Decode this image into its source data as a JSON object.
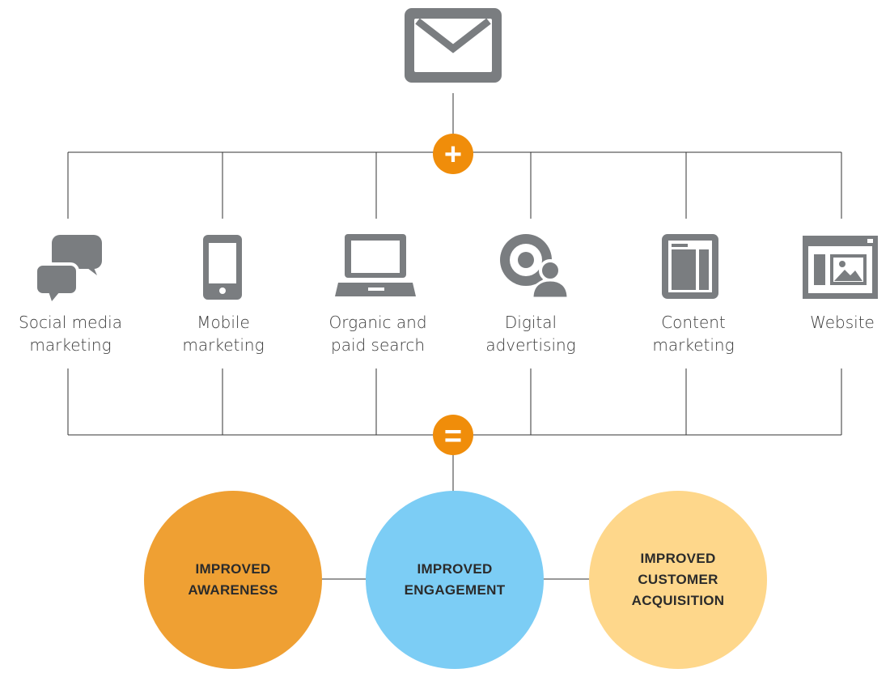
{
  "channels": [
    {
      "label": "Social media\nmarketing",
      "icon": "chat-bubbles-icon"
    },
    {
      "label": "Mobile\nmarketing",
      "icon": "smartphone-icon"
    },
    {
      "label": "Organic and\npaid search",
      "icon": "laptop-icon"
    },
    {
      "label": "Digital\nadvertising",
      "icon": "webcam-user-icon"
    },
    {
      "label": "Content\nmarketing",
      "icon": "document-layout-icon"
    },
    {
      "label": "Website",
      "icon": "browser-window-icon"
    }
  ],
  "top_icon": "envelope-icon",
  "plus_symbol": "+",
  "equals_symbol": "=",
  "outcomes": [
    {
      "label": "IMPROVED\nAWARENESS",
      "color": "#efa033"
    },
    {
      "label": "IMPROVED\nENGAGEMENT",
      "color": "#7ccdf5"
    },
    {
      "label": "IMPROVED\nCUSTOMER\nACQUISITION",
      "color": "#fed78b"
    }
  ],
  "colors": {
    "icon_gray": "#7a7d80",
    "line": "#333333",
    "badge_orange": "#f08d0a"
  }
}
